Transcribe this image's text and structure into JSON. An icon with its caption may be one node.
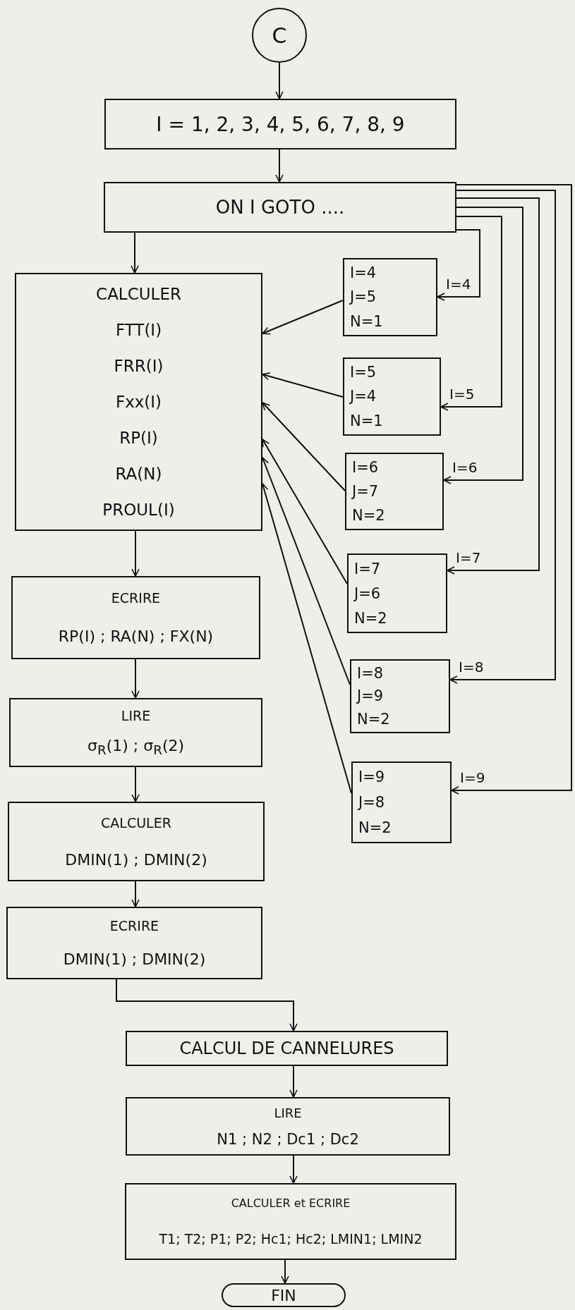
{
  "diagram": {
    "nodes": [
      {
        "text": [
          "C"
        ]
      },
      {
        "text": [
          "I = 1, 2, 3, 4, 5, 6, 7, 8, 9"
        ]
      },
      {
        "text": [
          "ON I GOTO ...."
        ]
      },
      {
        "text": [
          "CALCULER",
          "FTT(I)",
          "FRR(I)",
          "Fxx(I)",
          "RP(I)",
          "RA(N)",
          "PROUL(I)"
        ]
      },
      {
        "text": [
          "ECRIRE",
          "RP(I) ; RA(N) ; FX(N)"
        ]
      },
      {
        "text": [
          "LIRE",
          "σ$_{R}$(1) ; σ$_{R}$(2)"
        ]
      },
      {
        "text": [
          "CALCULER",
          "DMIN(1) ; DMIN(2)"
        ]
      },
      {
        "text": [
          "ECRIRE",
          "DMIN(1) ; DMIN(2)"
        ]
      },
      {
        "text": [
          "CALCUL DE CANNELURES"
        ]
      },
      {
        "text": [
          "LIRE",
          "N1 ; N2 ; Dc1 ; Dc2"
        ]
      },
      {
        "text": [
          "CALCULER et ECRIRE",
          "T1; T2; P1; P2; Hc1; Hc2; LMIN1; LMIN2"
        ]
      },
      {
        "text": [
          "FIN"
        ]
      },
      {
        "text": [
          "I=4",
          "J=5",
          "N=1"
        ]
      },
      {
        "text": [
          "I=5",
          "J=4",
          "N=1"
        ]
      },
      {
        "text": [
          "I=6",
          "J=7",
          "N=2"
        ]
      },
      {
        "text": [
          "I=7",
          "J=6",
          "N=2"
        ]
      },
      {
        "text": [
          "I=8",
          "J=9",
          "N=2"
        ]
      },
      {
        "text": [
          "I=9",
          "J=8",
          "N=2"
        ]
      }
    ],
    "edges": [
      {
        "from": 0,
        "to": 1,
        "arrow": "to"
      },
      {
        "from": 1,
        "to": 2,
        "arrow": "to"
      },
      {
        "from": 2,
        "to": 3,
        "arrow": "to"
      },
      {
        "from": 3,
        "to": 4,
        "arrow": "to"
      },
      {
        "from": 4,
        "to": 5,
        "arrow": "to"
      },
      {
        "from": 5,
        "to": 6,
        "arrow": "to"
      },
      {
        "from": 6,
        "to": 7,
        "arrow": "to"
      },
      {
        "from": 7,
        "to": 8,
        "arrow": "to"
      },
      {
        "from": 8,
        "to": 9,
        "arrow": "to"
      },
      {
        "from": 9,
        "to": 10,
        "arrow": "to"
      },
      {
        "from": 10,
        "to": 11,
        "arrow": "to"
      },
      {
        "from": 2,
        "to": 12,
        "arrow": "to",
        "label": "I=4"
      },
      {
        "from": 2,
        "to": 13,
        "arrow": "to",
        "label": "I=5"
      },
      {
        "from": 2,
        "to": 14,
        "arrow": "to",
        "label": "I=6"
      },
      {
        "from": 2,
        "to": 15,
        "arrow": "to",
        "label": "I=7"
      },
      {
        "from": 2,
        "to": 16,
        "arrow": "to",
        "label": "I=8"
      },
      {
        "from": 2,
        "to": 17,
        "arrow": "to",
        "label": "I=9"
      },
      {
        "from": 12,
        "to": 3,
        "arrow": "to"
      },
      {
        "from": 13,
        "to": 3,
        "arrow": "to"
      },
      {
        "from": 14,
        "to": 3,
        "arrow": "to"
      },
      {
        "from": 15,
        "to": 3,
        "arrow": "to"
      },
      {
        "from": 16,
        "to": 3,
        "arrow": "to"
      },
      {
        "from": 17,
        "to": 3,
        "arrow": "to"
      }
    ]
  }
}
